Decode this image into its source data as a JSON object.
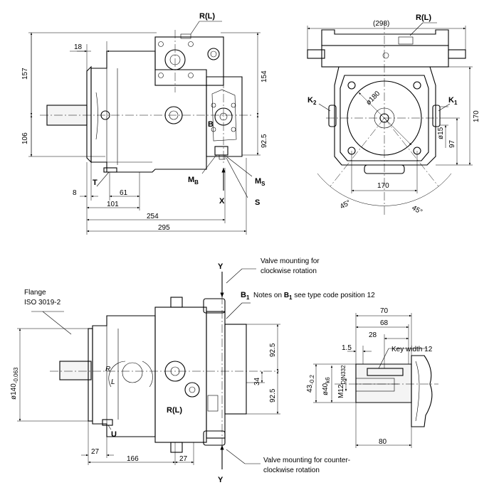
{
  "view1": {
    "port_r": "R(L)",
    "d18": "18",
    "d157": "157",
    "d106": "106",
    "d154": "154",
    "d92_5": "92.5",
    "port_b": "B",
    "port_t": "T",
    "port_mb_main": "M",
    "port_mb_sub": "B",
    "port_ms_main": "M",
    "port_ms_sub": "S",
    "arrow_x": "X",
    "port_s": "S",
    "d8": "8",
    "d61": "61",
    "d101": "101",
    "d254": "254",
    "d295": "295"
  },
  "view2": {
    "d298": "(298)",
    "port_r": "R(L)",
    "port_k2_main": "K",
    "port_k2_sub": "2",
    "port_k1_main": "K",
    "port_k1_sub": "1",
    "d180": "ø180",
    "d15": "ø15",
    "d97": "97",
    "d170v": "170",
    "d170h": "170",
    "a45l": "45°",
    "a45r": "45°"
  },
  "view3": {
    "flange_label": "Flange",
    "flange_std": "ISO 3019-2",
    "arrow_y_top": "Y",
    "valve_cw_1": "Valve mounting for",
    "valve_cw_2": "clockwise rotation",
    "b1_main": "B",
    "b1_sub": "1",
    "notes_pre": "Notes on ",
    "notes_b_main": "B",
    "notes_b_sub": "1",
    "notes_post": " see type code position 12",
    "d140_main": "ø140",
    "d140_tol": "-0.063",
    "d92_5a": "92.5",
    "d34": "34",
    "d92_5b": "92.5",
    "rot_l": "L",
    "rot_r": "R",
    "port_r": "R(L)",
    "port_u": "U",
    "d27a": "27",
    "d166": "166",
    "d27b": "27",
    "valve_ccw_1": "Valve mounting for counter-",
    "valve_ccw_2": "clockwise rotation",
    "arrow_y_bot": "Y"
  },
  "view4": {
    "d70": "70",
    "d68": "68",
    "d28": "28",
    "d1_5": "1.5",
    "key_width": "Key width 12",
    "d43_main": "43",
    "d43_tol": "-0.2",
    "d40_main": "ø40",
    "d40_tol": "k6",
    "m12_main": "M12",
    "m12_tol": "DIN332",
    "d80": "80"
  }
}
